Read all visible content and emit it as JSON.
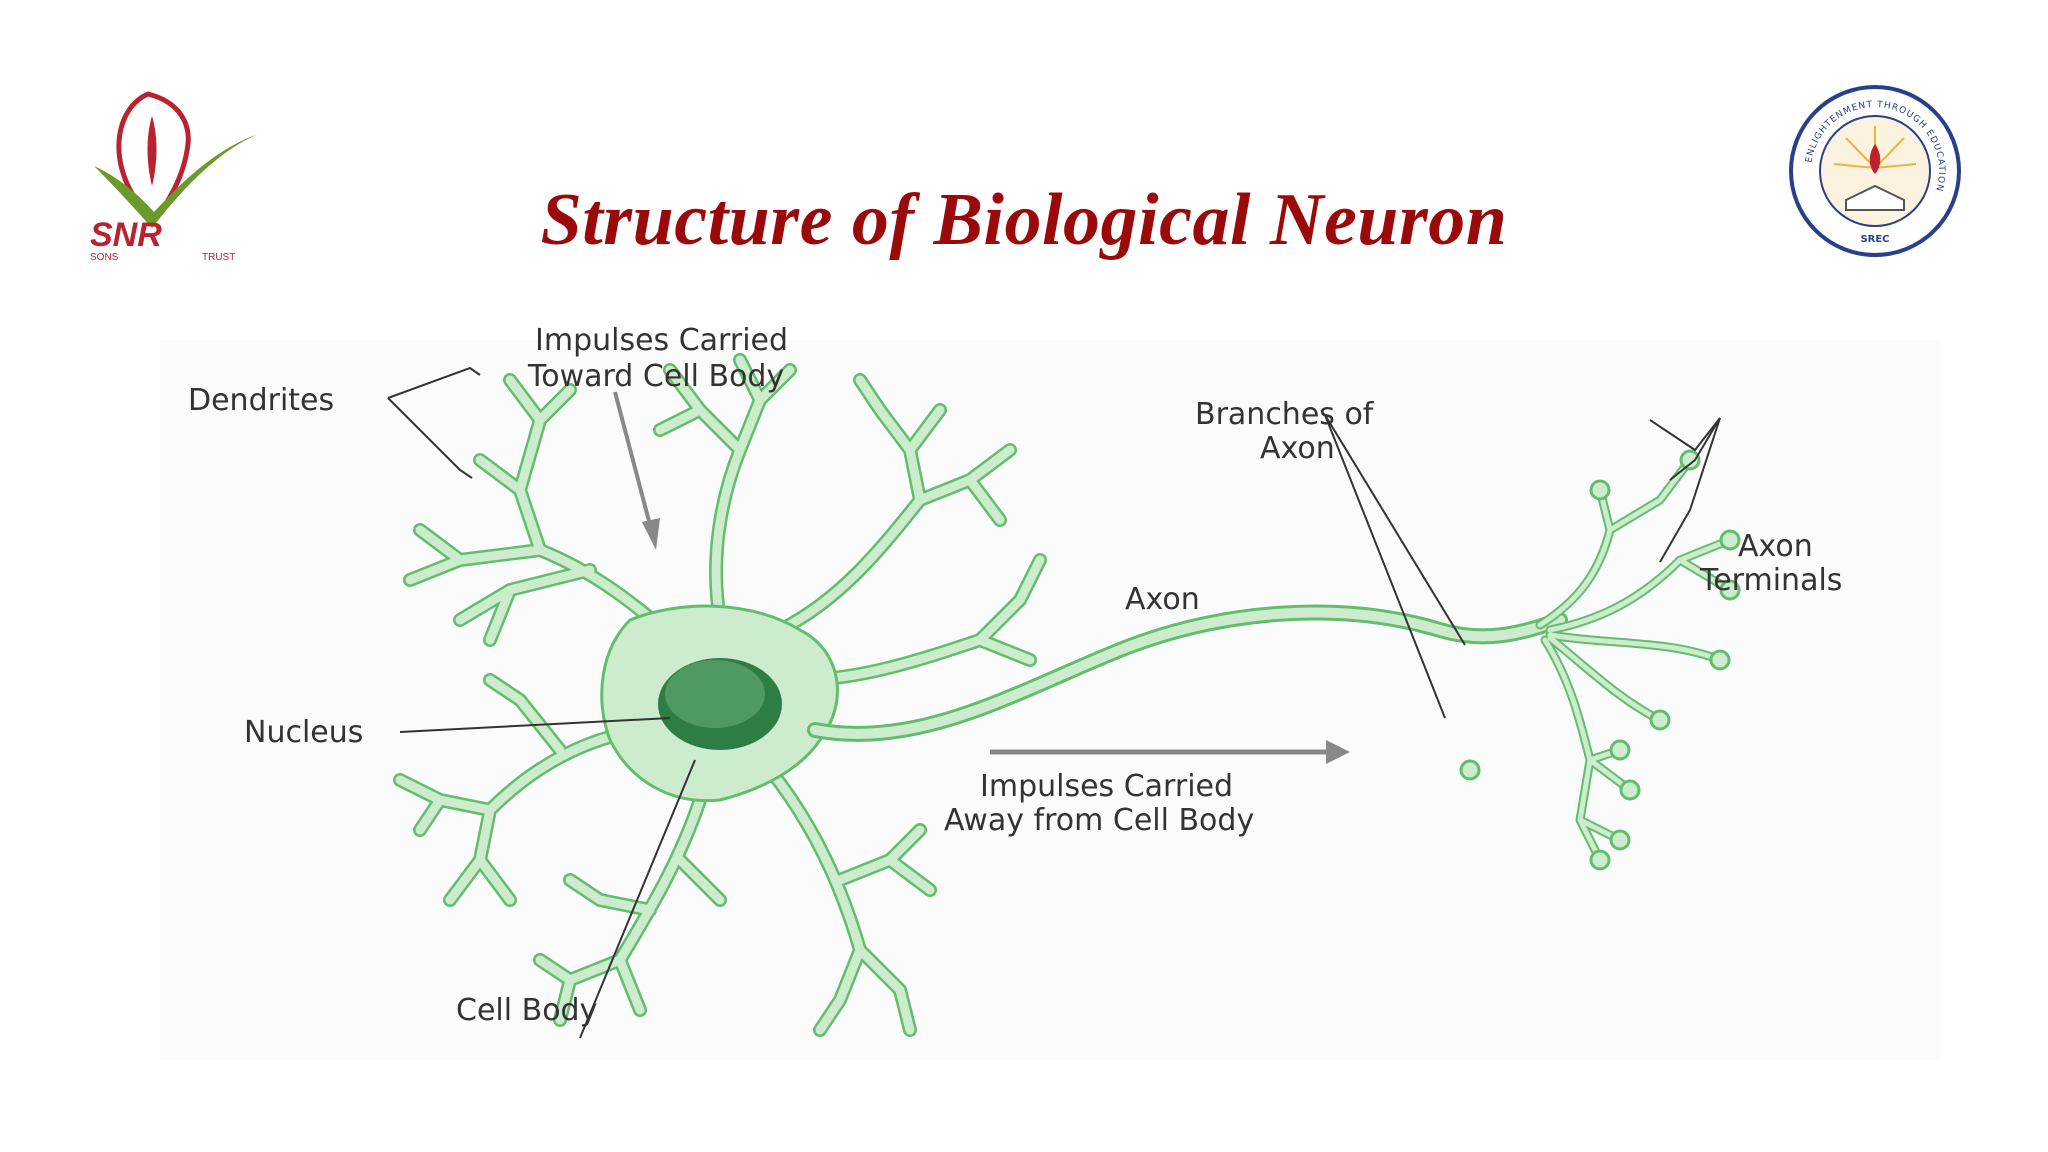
{
  "slide": {
    "title": "Structure of Biological Neuron"
  },
  "logos": {
    "left": {
      "text_main": "SNR",
      "text_left": "SONS",
      "text_right": "TRUST"
    },
    "right": {
      "ring_text": "ENLIGHTENMENT THROUGH EDUCATION",
      "bottom_text": "SREC"
    }
  },
  "diagram": {
    "labels": {
      "impulses_toward_1": "Impulses Carried",
      "impulses_toward_2": "Toward Cell Body",
      "dendrites": "Dendrites",
      "nucleus": "Nucleus",
      "cell_body": "Cell Body",
      "axon": "Axon",
      "branches_1": "Branches of",
      "branches_2": "Axon",
      "axon_terminals_1": "Axon",
      "axon_terminals_2": "Terminals",
      "impulses_away_1": "Impulses Carried",
      "impulses_away_2": "Away from Cell Body"
    },
    "colors": {
      "cell_fill": "#cdeccd",
      "cell_stroke": "#62bd6e",
      "nucleus_dark": "#2e7d45",
      "nucleus_light": "#4f9a62",
      "leader": "#333333",
      "arrow": "#888888",
      "title": "#9b0a0a"
    }
  }
}
